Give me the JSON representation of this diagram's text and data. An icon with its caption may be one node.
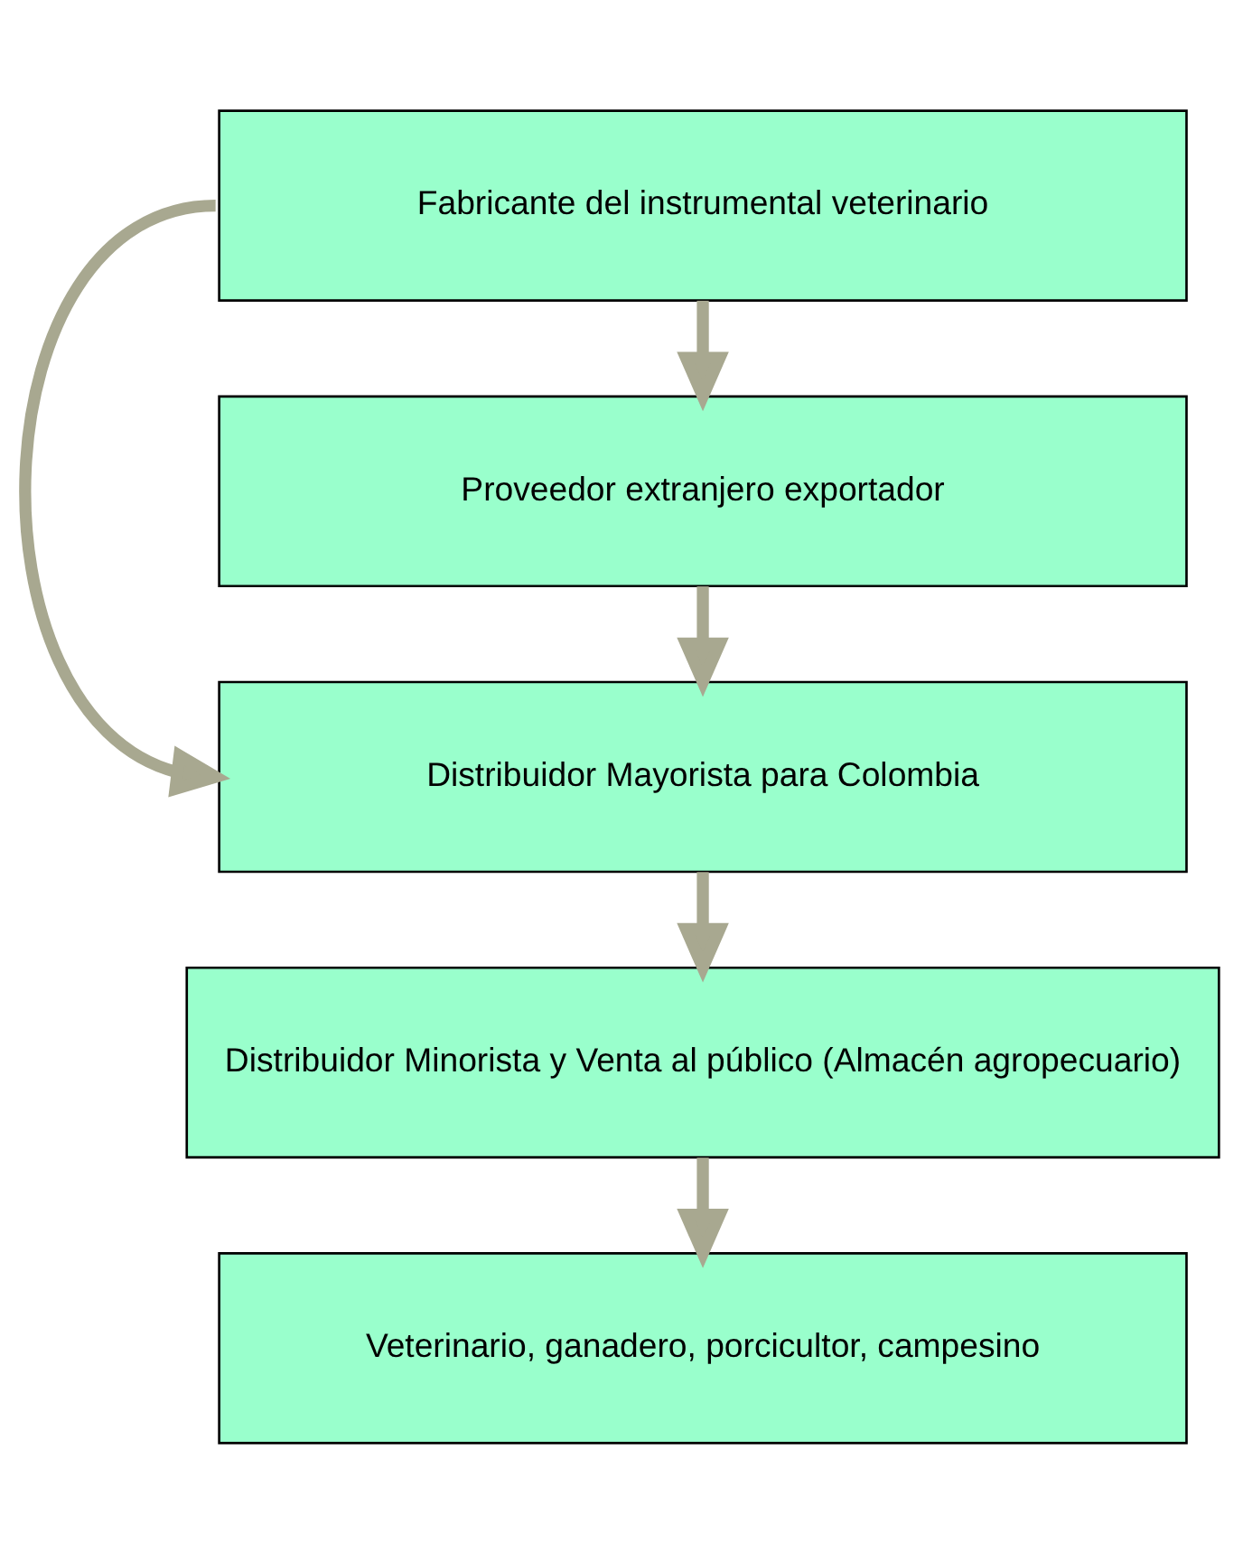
{
  "diagram": {
    "nodes": [
      {
        "text": [
          "Fabricante del instrumental veterinario"
        ]
      },
      {
        "text": [
          "Proveedor extranjero exportador"
        ]
      },
      {
        "text": [
          "Distribuidor Mayorista para Colombia"
        ]
      },
      {
        "text": [
          "Distribuidor Minorista y Venta al público (Almacén agropecuario)"
        ]
      },
      {
        "text": [
          "Veterinario, ganadero, porcicultor, campesino"
        ]
      }
    ],
    "edges": [
      {
        "from": 0,
        "to": 1,
        "arrow": "to"
      },
      {
        "from": 1,
        "to": 2,
        "arrow": "to"
      },
      {
        "from": 2,
        "to": 3,
        "arrow": "to"
      },
      {
        "from": 3,
        "to": 4,
        "arrow": "to"
      },
      {
        "from": 0,
        "to": 2,
        "arrow": "to"
      }
    ]
  }
}
